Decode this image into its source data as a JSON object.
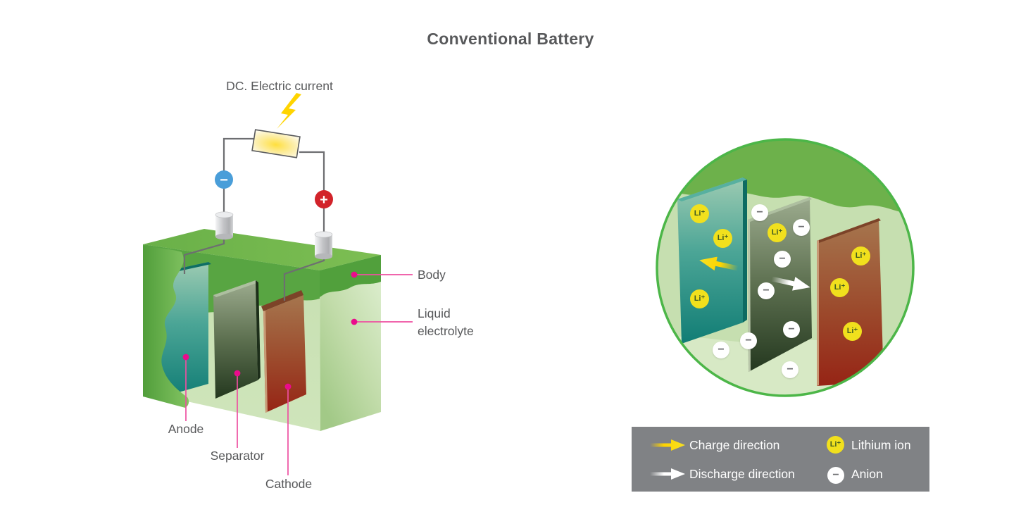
{
  "title": "Conventional Battery",
  "left_diagram": {
    "current_label": "DC. Electric current",
    "negative_symbol": "−",
    "positive_symbol": "+",
    "labels": {
      "body": "Body",
      "electrolyte_line1": "Liquid",
      "electrolyte_line2": "electrolyte",
      "anode": "Anode",
      "separator": "Separator",
      "cathode": "Cathode"
    }
  },
  "detail_view": {
    "lithium_symbol": "Li⁺",
    "anion_symbol": "−"
  },
  "legend": {
    "charge_label": "Charge direction",
    "discharge_label": "Discharge direction",
    "lithium_label": "Lithium ion",
    "anion_label": "Anion",
    "lithium_symbol": "Li⁺",
    "anion_symbol": "−"
  },
  "colors": {
    "accent_pink": "#ea0b8c",
    "body_green": "#6fb24c",
    "electrolyte_green": "#cde3ba",
    "anode_teal": "#117d75",
    "separator_olive": "#2c4026",
    "cathode_red": "#962415",
    "lithium_yellow": "#f1e01d",
    "legend_gray": "#808285",
    "wire_gray": "#6d6e71",
    "negative_blue": "#4a9ed9",
    "positive_red": "#d2232a",
    "text_gray": "#58595b"
  }
}
